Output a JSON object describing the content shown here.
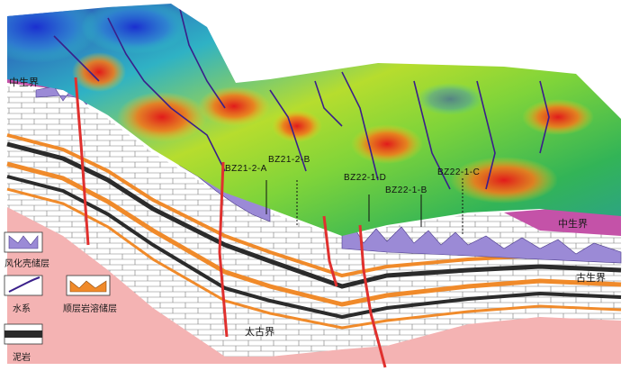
{
  "eras": {
    "mesozoic_left": "中生界",
    "mesozoic_right": "中生界",
    "paleozoic": "古生界",
    "archean": "太古界"
  },
  "wells": [
    {
      "label": "BZ21-2-A"
    },
    {
      "label": "BZ21-2-B"
    },
    {
      "label": "BZ22-1-D"
    },
    {
      "label": "BZ22-1-B"
    },
    {
      "label": "BZ22-1-C"
    }
  ],
  "legend": {
    "weathered_crust": "风化壳储层",
    "water_system": "水系",
    "karst_layer": "顺层岩溶储层",
    "mudstone": "泥岩"
  },
  "colors": {
    "mesozoic": "#c452a8",
    "archean": "#f4b3b3",
    "weathered": "#9b8ad6",
    "karst": "#f08a2a",
    "mudstone": "#2b2b2b",
    "river": "#3a1f8a",
    "fault": "#e0302e"
  }
}
